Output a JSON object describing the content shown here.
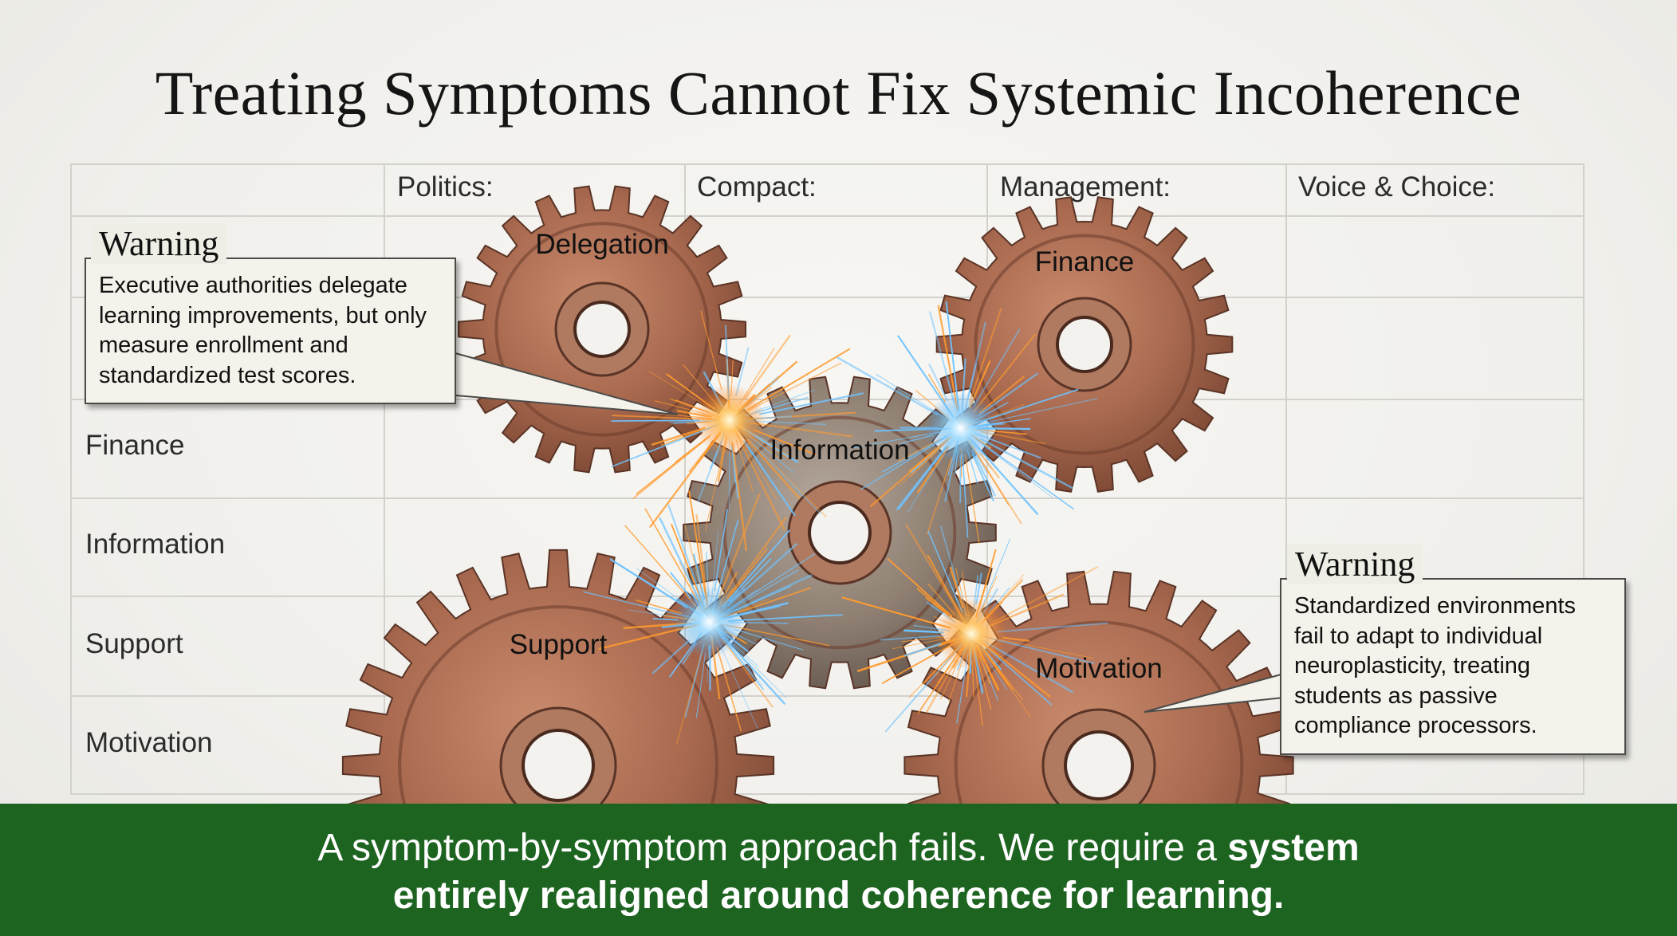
{
  "title": "Treating Symptoms Cannot Fix Systemic Incoherence",
  "table": {
    "column_headers": [
      "Politics:",
      "Compact:",
      "Management:",
      "Voice & Choice:"
    ],
    "row_headers": [
      "Finance",
      "Information",
      "Support",
      "Motivation"
    ]
  },
  "gears": [
    {
      "label": "Delegation"
    },
    {
      "label": "Finance"
    },
    {
      "label": "Information"
    },
    {
      "label": "Support"
    },
    {
      "label": "Motivation"
    }
  ],
  "callouts": [
    {
      "tag": "Warning",
      "text": "Executive authorities delegate learning improvements, but only measure enrollment and standardized test scores."
    },
    {
      "tag": "Warning",
      "text": "Standardized environments fail to adapt to individual neuroplasticity, treating students as passive compliance processors."
    }
  ],
  "banner": {
    "line1_plain": "A symptom-by-symptom approach fails. We require a ",
    "line1_bold": "system",
    "line2_bold": "entirely realigned around coherence for learning."
  },
  "colors": {
    "banner": "#1e6421",
    "gear_rust": "#a8694f",
    "gear_steel": "#8f7f73",
    "spark_orange": "#ff9a2e",
    "spark_blue": "#6fc3ff"
  }
}
